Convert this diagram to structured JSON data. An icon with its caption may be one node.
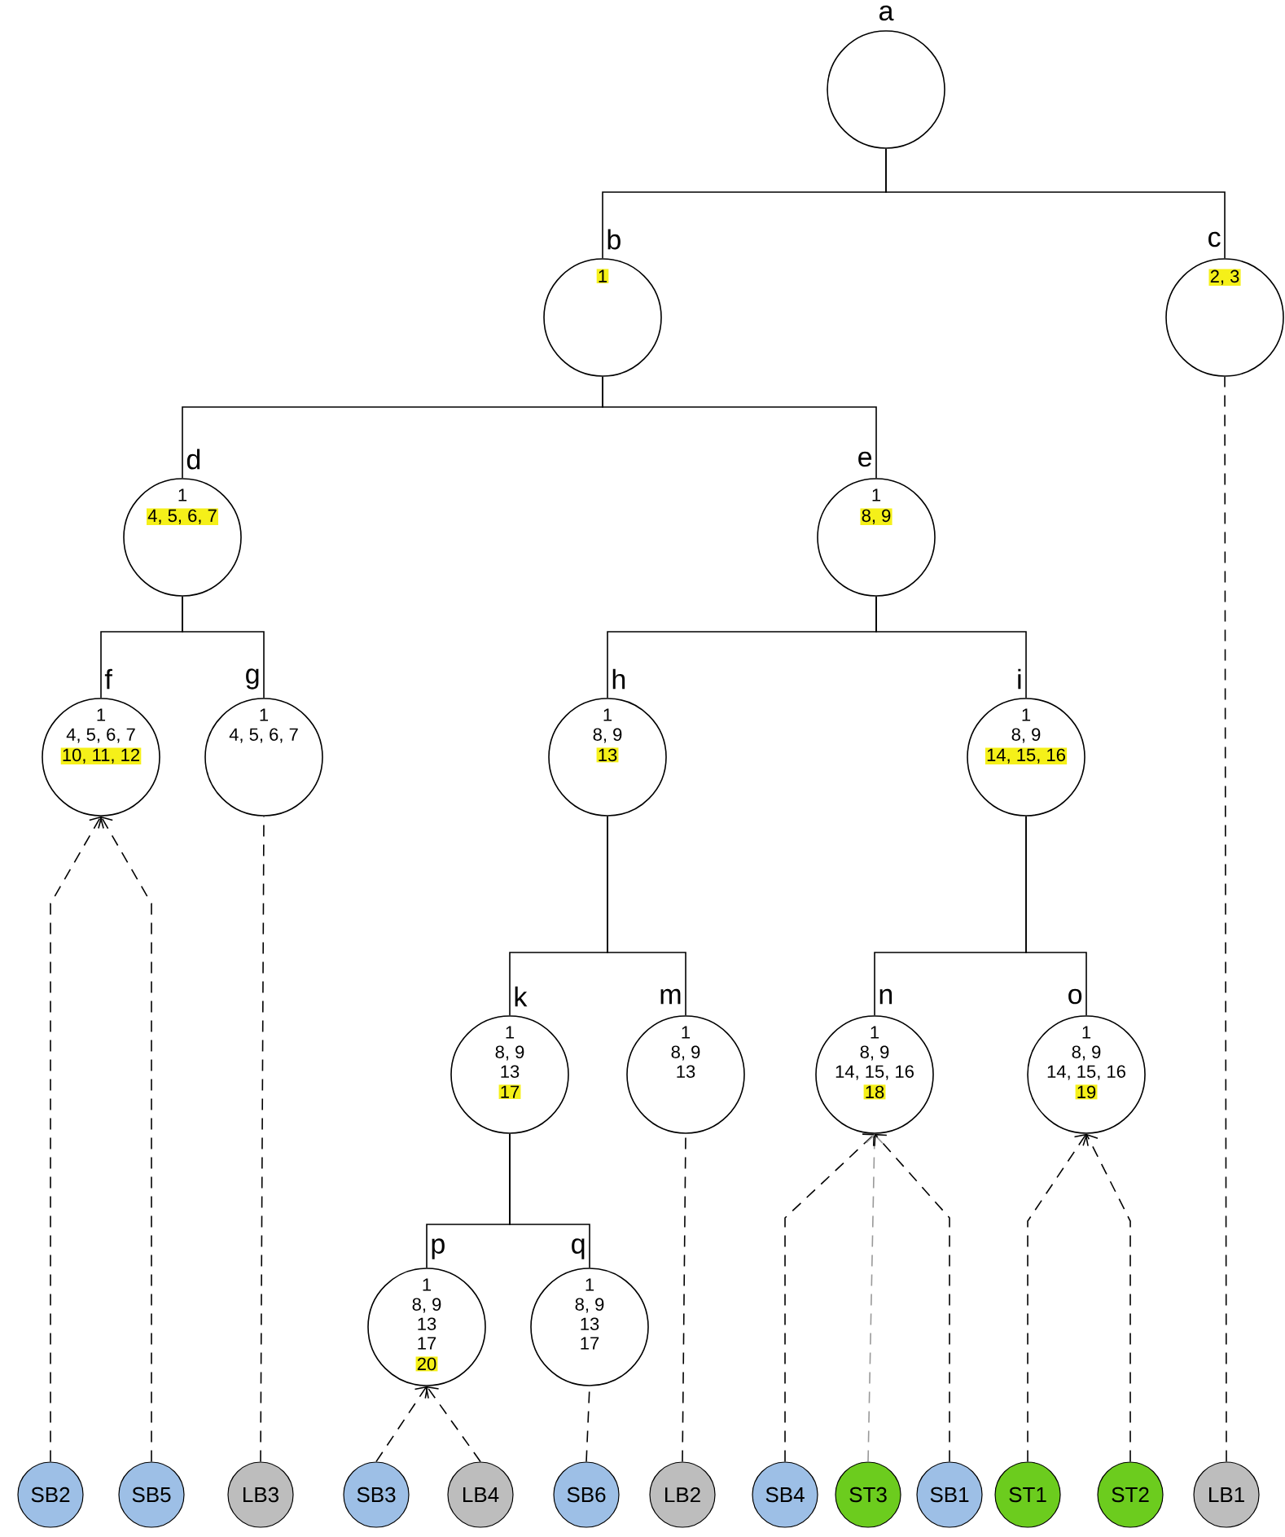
{
  "diagram": {
    "nodes": [
      {
        "text": [
          "a"
        ]
      },
      {
        "text": [
          "b",
          "1"
        ]
      },
      {
        "text": [
          "c",
          "2, 3"
        ]
      },
      {
        "text": [
          "d",
          "1",
          "4, 5, 6, 7"
        ]
      },
      {
        "text": [
          "e",
          "1",
          "8, 9"
        ]
      },
      {
        "text": [
          "f",
          "1",
          "4, 5, 6, 7",
          "10, 11, 12"
        ]
      },
      {
        "text": [
          "g",
          "1",
          "4, 5, 6, 7"
        ]
      },
      {
        "text": [
          "h",
          "1",
          "8, 9",
          "13"
        ]
      },
      {
        "text": [
          "i",
          "1",
          "8, 9",
          "14, 15, 16"
        ]
      },
      {
        "text": [
          "k",
          "1",
          "8, 9",
          "13",
          "17"
        ]
      },
      {
        "text": [
          "m",
          "1",
          "8, 9",
          "13"
        ]
      },
      {
        "text": [
          "n",
          "1",
          "8, 9",
          "14, 15, 16",
          "18"
        ]
      },
      {
        "text": [
          "o",
          "1",
          "8, 9",
          "14, 15, 16",
          "19"
        ]
      },
      {
        "text": [
          "p",
          "1",
          "8, 9",
          "13",
          "17",
          "20"
        ]
      },
      {
        "text": [
          "q",
          "1",
          "8, 9",
          "13",
          "17"
        ]
      },
      {
        "text": [
          "SB2"
        ]
      },
      {
        "text": [
          "SB5"
        ]
      },
      {
        "text": [
          "LB3"
        ]
      },
      {
        "text": [
          "SB3"
        ]
      },
      {
        "text": [
          "LB4"
        ]
      },
      {
        "text": [
          "SB6"
        ]
      },
      {
        "text": [
          "LB2"
        ]
      },
      {
        "text": [
          "SB4"
        ]
      },
      {
        "text": [
          "ST3"
        ]
      },
      {
        "text": [
          "SB1"
        ]
      },
      {
        "text": [
          "ST1"
        ]
      },
      {
        "text": [
          "ST2"
        ]
      },
      {
        "text": [
          "LB1"
        ]
      }
    ],
    "edges": [
      {
        "from": 0,
        "to": 1,
        "arrow": "none"
      },
      {
        "from": 0,
        "to": 2,
        "arrow": "none"
      },
      {
        "from": 1,
        "to": 3,
        "arrow": "none"
      },
      {
        "from": 1,
        "to": 4,
        "arrow": "none"
      },
      {
        "from": 3,
        "to": 5,
        "arrow": "none"
      },
      {
        "from": 3,
        "to": 6,
        "arrow": "none"
      },
      {
        "from": 4,
        "to": 7,
        "arrow": "none"
      },
      {
        "from": 4,
        "to": 8,
        "arrow": "none"
      },
      {
        "from": 7,
        "to": 9,
        "arrow": "none"
      },
      {
        "from": 7,
        "to": 10,
        "arrow": "none"
      },
      {
        "from": 8,
        "to": 11,
        "arrow": "none"
      },
      {
        "from": 8,
        "to": 12,
        "arrow": "none"
      },
      {
        "from": 9,
        "to": 13,
        "arrow": "none"
      },
      {
        "from": 9,
        "to": 14,
        "arrow": "none"
      },
      {
        "from": 15,
        "to": 5,
        "arrow": "to",
        "style": "dashed"
      },
      {
        "from": 16,
        "to": 5,
        "arrow": "to",
        "style": "dashed"
      },
      {
        "from": 17,
        "to": 6,
        "arrow": "none",
        "style": "dashed"
      },
      {
        "from": 18,
        "to": 13,
        "arrow": "to",
        "style": "dashed"
      },
      {
        "from": 19,
        "to": 13,
        "arrow": "to",
        "style": "dashed"
      },
      {
        "from": 20,
        "to": 14,
        "arrow": "none",
        "style": "dashed"
      },
      {
        "from": 21,
        "to": 10,
        "arrow": "none",
        "style": "dashed"
      },
      {
        "from": 22,
        "to": 11,
        "arrow": "to",
        "style": "dashed"
      },
      {
        "from": 23,
        "to": 11,
        "arrow": "to",
        "style": "dashed",
        "color": "#999999"
      },
      {
        "from": 24,
        "to": 11,
        "arrow": "to",
        "style": "dashed"
      },
      {
        "from": 25,
        "to": 12,
        "arrow": "to",
        "style": "dashed"
      },
      {
        "from": 26,
        "to": 12,
        "arrow": "to",
        "style": "dashed"
      },
      {
        "from": 27,
        "to": 2,
        "arrow": "none",
        "style": "dashed"
      }
    ]
  }
}
